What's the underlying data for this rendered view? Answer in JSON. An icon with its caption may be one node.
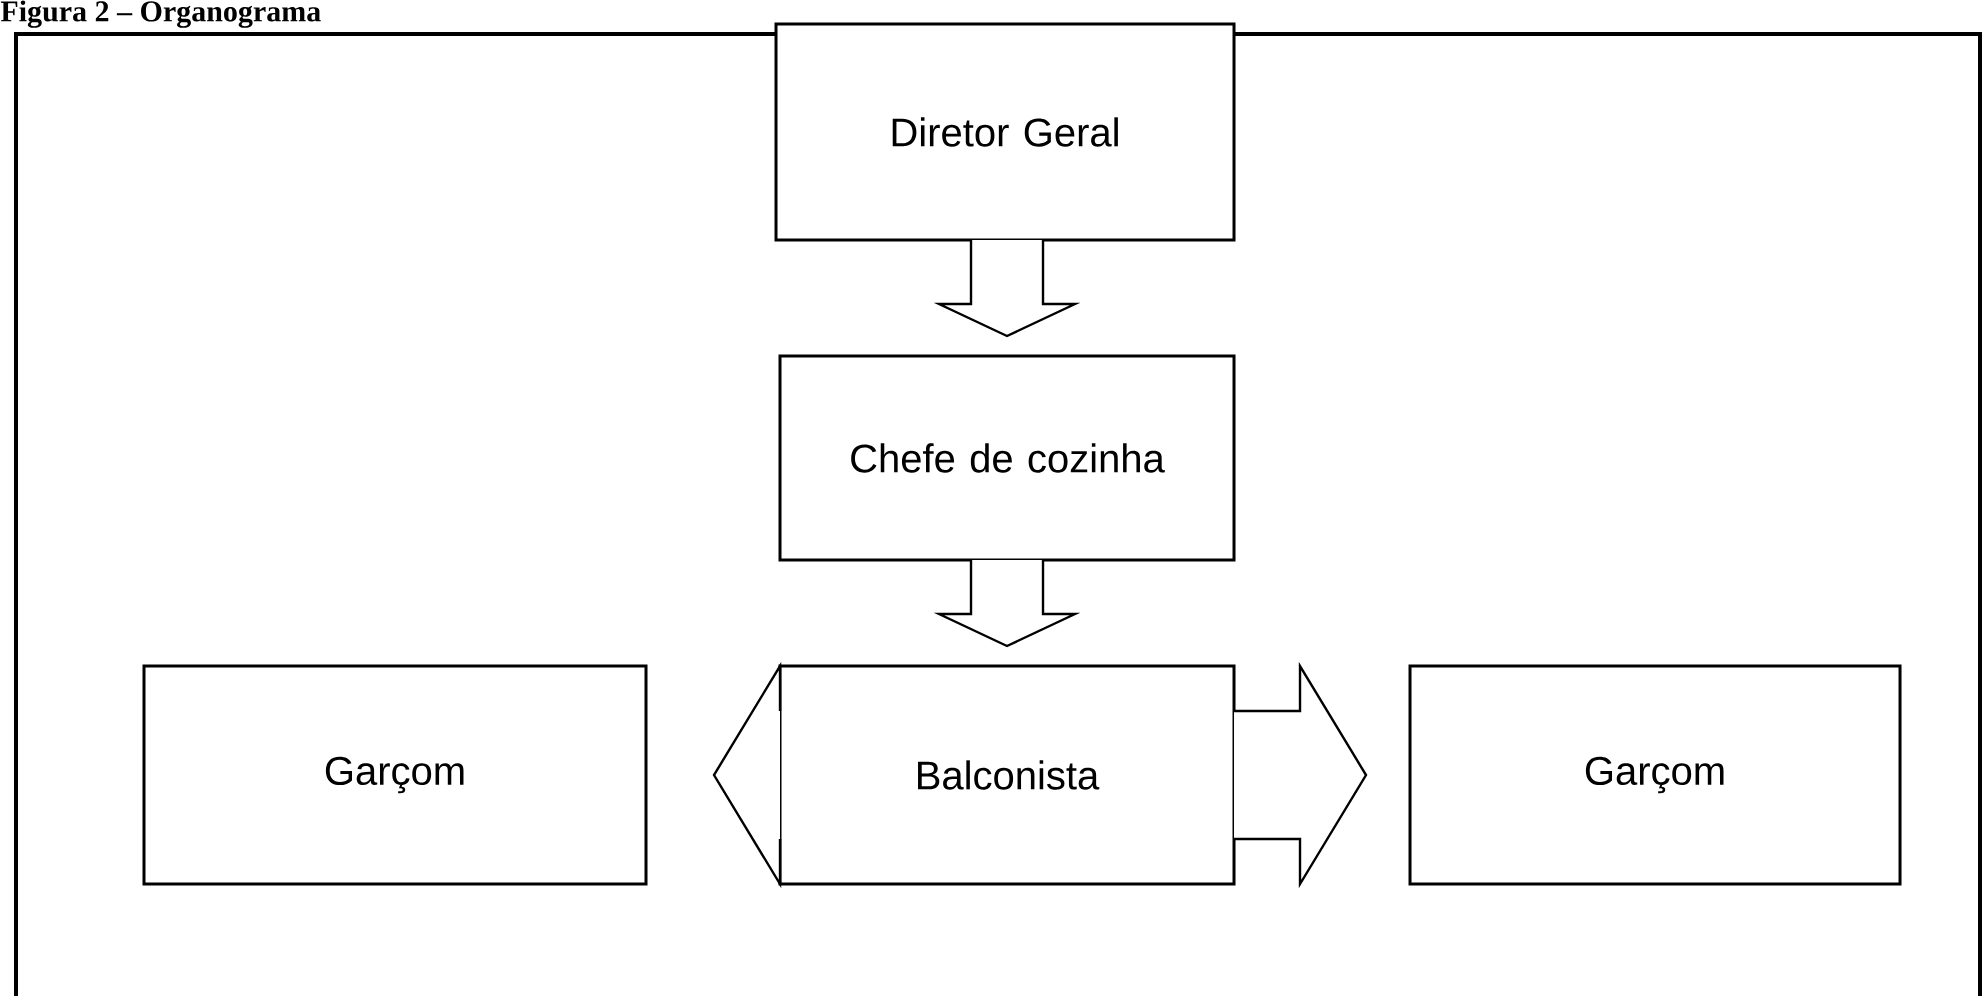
{
  "diagram": {
    "title": "Figura 2 – Organograma",
    "nodes": [
      {
        "text": [
          "Diretor Geral"
        ]
      },
      {
        "text": [
          "Chefe de cozinha"
        ]
      },
      {
        "text": [
          "Balconista"
        ]
      },
      {
        "text": [
          "Garçom"
        ]
      },
      {
        "text": [
          "Garçom"
        ]
      }
    ],
    "edges": [
      {
        "from": 0,
        "to": 1,
        "arrow": "to"
      },
      {
        "from": 1,
        "to": 2,
        "arrow": "to"
      },
      {
        "from": 2,
        "to": 3,
        "arrow": "to"
      },
      {
        "from": 2,
        "to": 4,
        "arrow": "to"
      }
    ]
  }
}
